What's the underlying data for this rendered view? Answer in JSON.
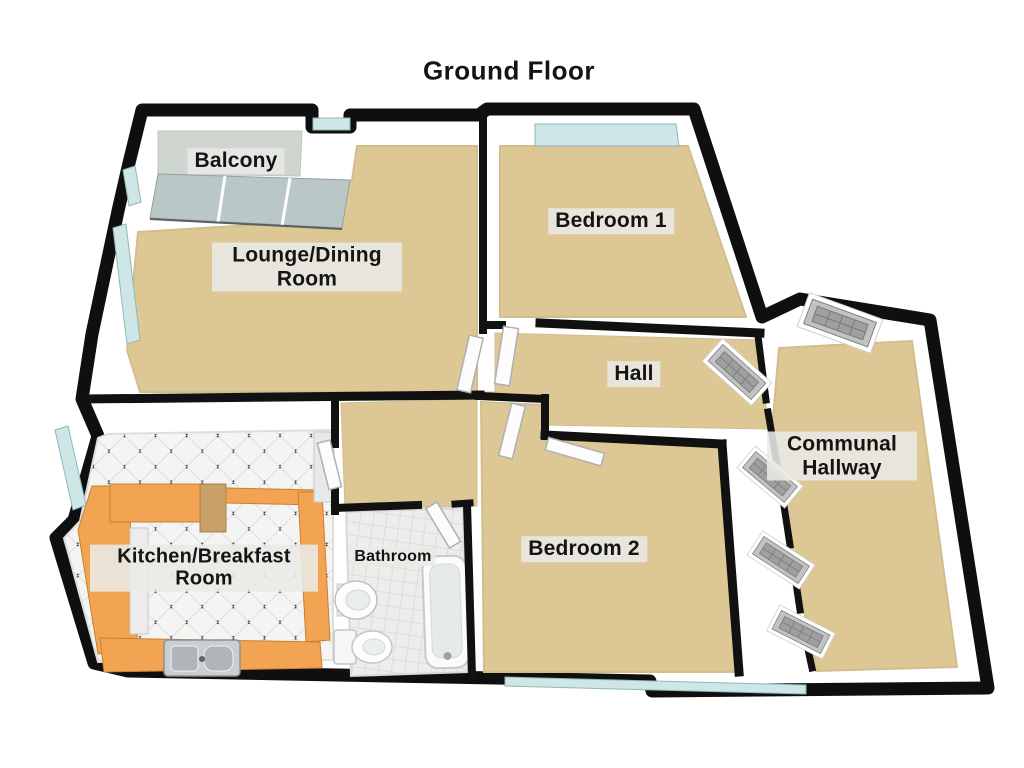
{
  "title": "Ground Floor",
  "rooms": {
    "balcony": {
      "label": "Balcony"
    },
    "lounge_dining": {
      "label": "Lounge/Dining Room"
    },
    "bedroom_1": {
      "label": "Bedroom 1"
    },
    "hall": {
      "label": "Hall"
    },
    "communal_hallway": {
      "label": "Communal Hallway"
    },
    "kitchen_breakfast": {
      "label": "Kitchen/Breakfast Room"
    },
    "bathroom": {
      "label": "Bathroom"
    },
    "bedroom_2": {
      "label": "Bedroom 2"
    }
  },
  "colors": {
    "background": "#ffffff",
    "outer_wall": "#0f0f0f",
    "interior_wall": "#ffffff",
    "carpet": "#dcc795",
    "kitchen_tile": "#f4f4f2",
    "bathroom_tile": "#ededeb",
    "kitchen_counter": "#f2a452",
    "kitchen_cabinet": "#c9a06a",
    "window_glass": "#cfe6e6",
    "balcony_glass": "#b9c7c7",
    "entry_door": "#c2c2c2",
    "label_background": "#e9e9e6",
    "label_text": "#141414"
  }
}
